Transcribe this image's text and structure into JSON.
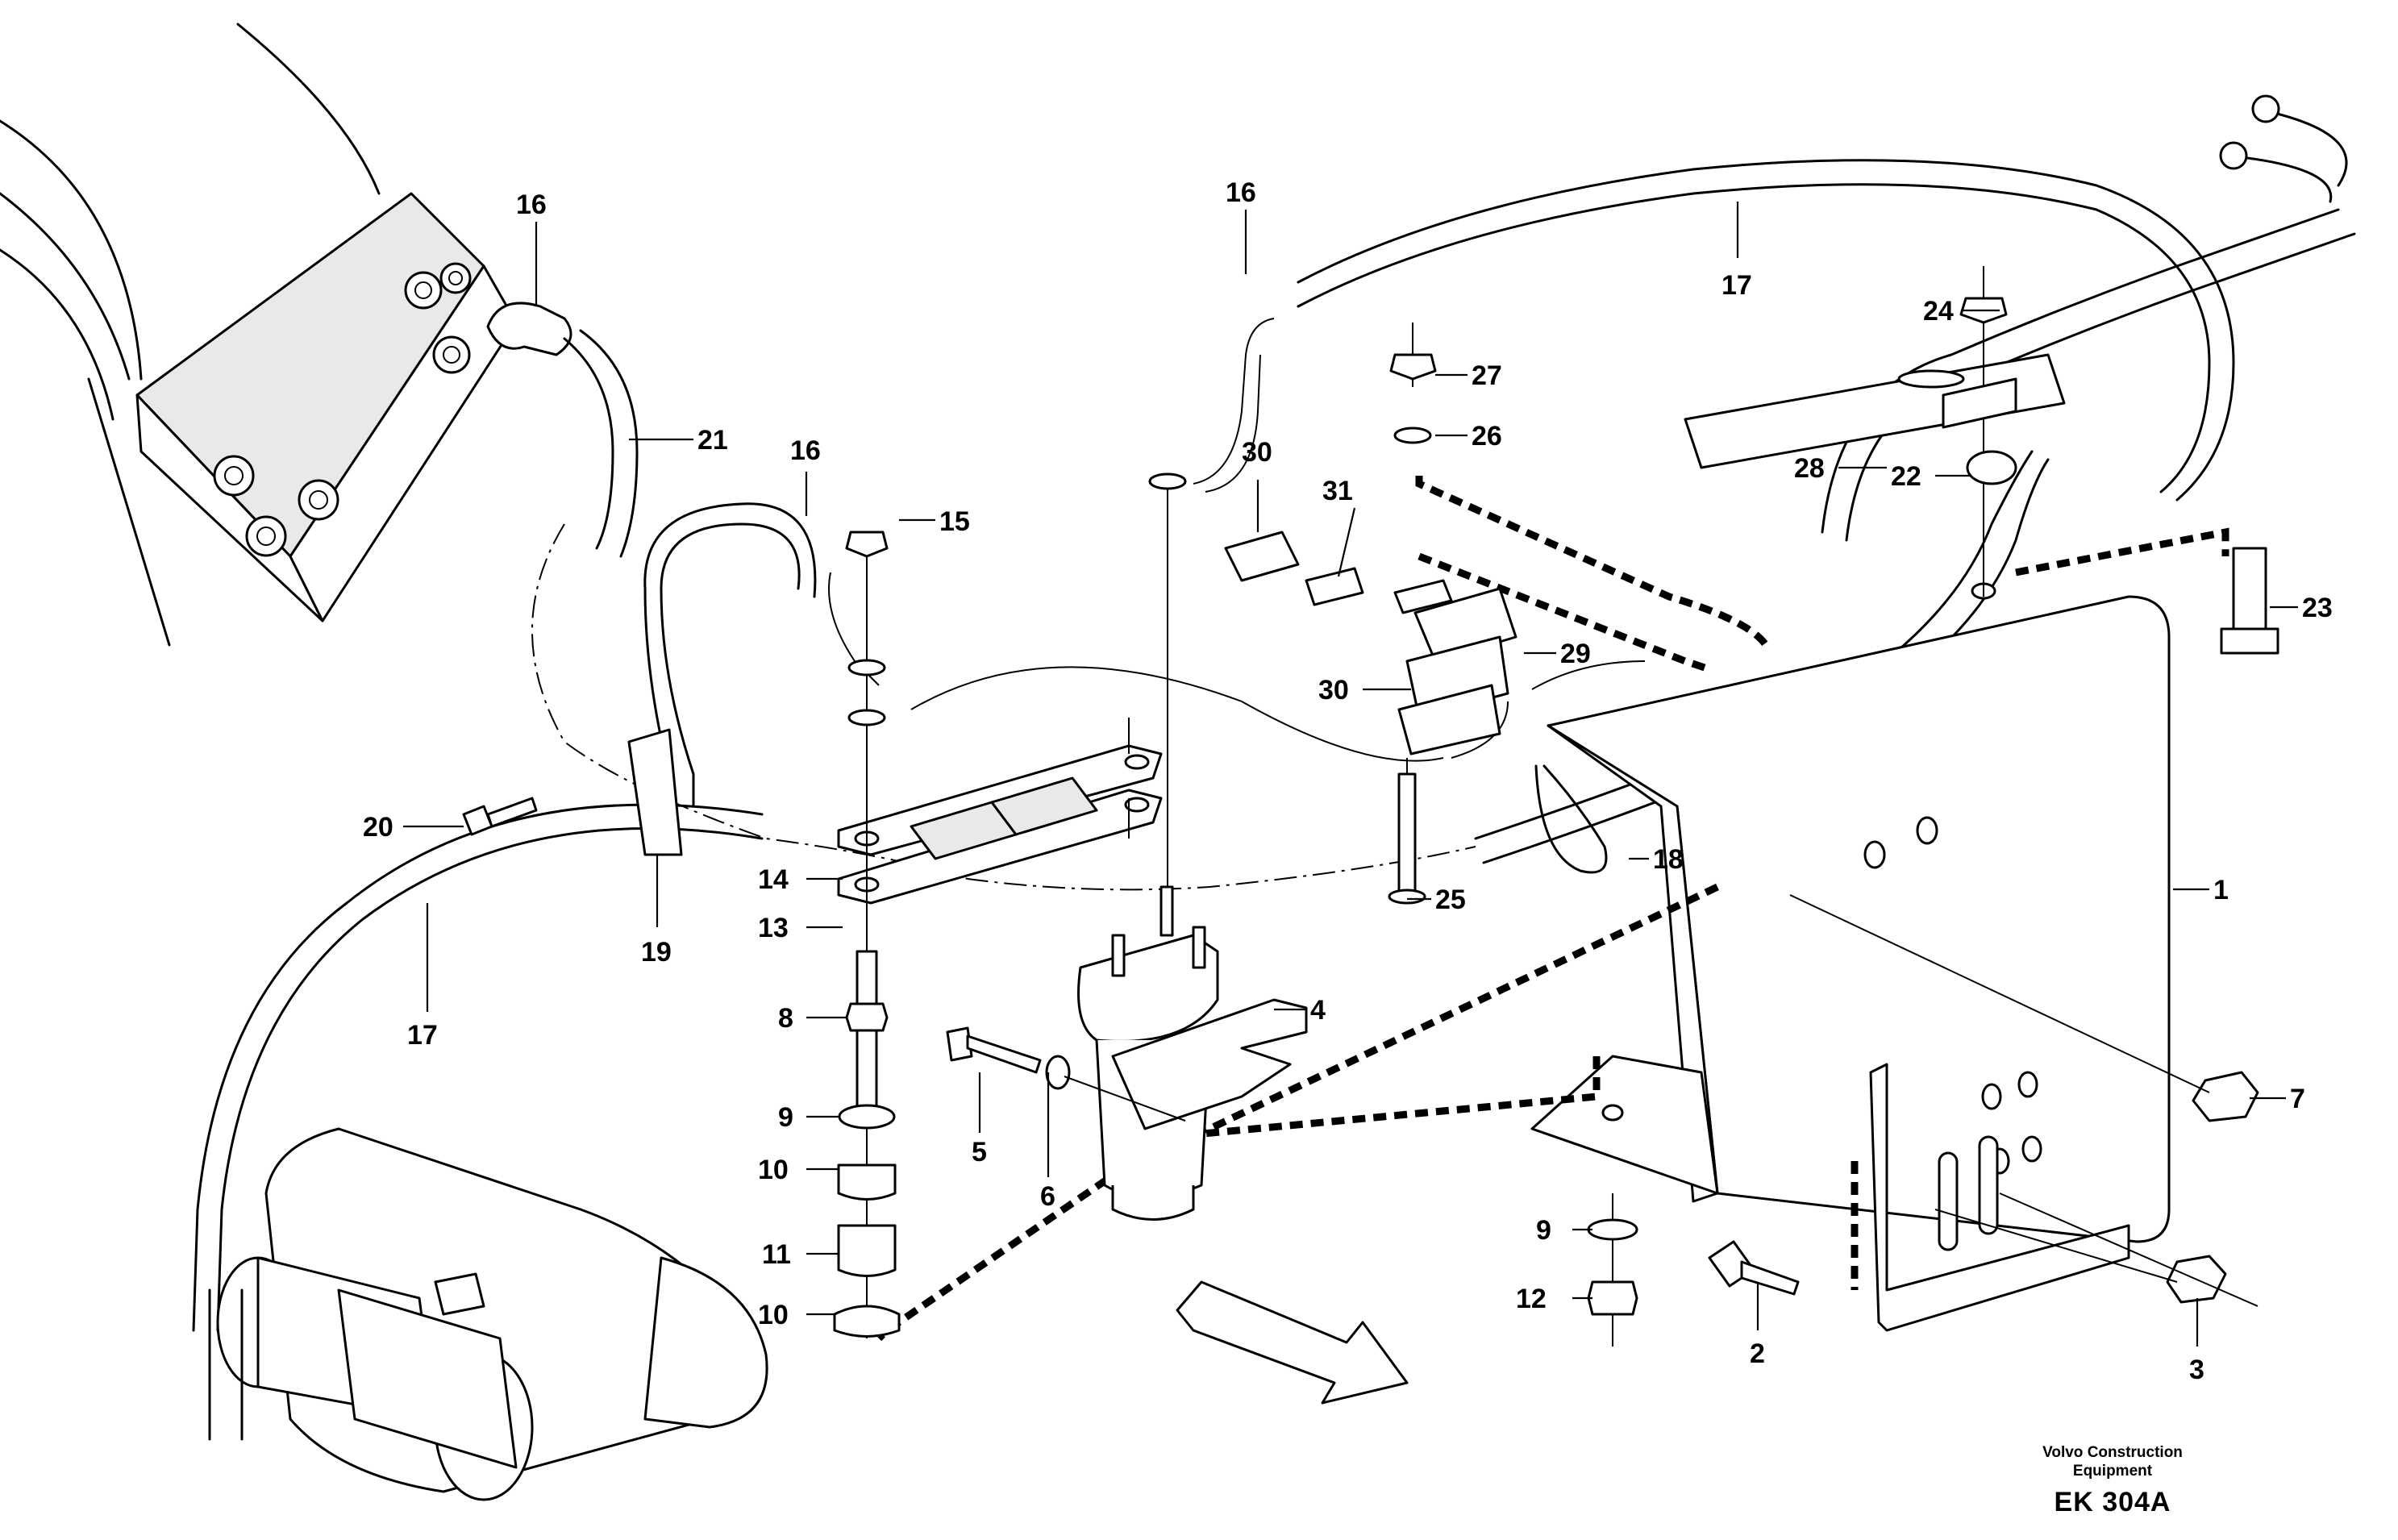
{
  "labels": {
    "p1": "1",
    "p2": "2",
    "p3": "3",
    "p4": "4",
    "p5": "5",
    "p6": "6",
    "p7": "7",
    "p8": "8",
    "p9a": "9",
    "p9b": "9",
    "p10a": "10",
    "p10b": "10",
    "p11": "11",
    "p12": "12",
    "p13": "13",
    "p14": "14",
    "p15": "15",
    "p16a": "16",
    "p16b": "16",
    "p16c": "16",
    "p17a": "17",
    "p17b": "17",
    "p18": "18",
    "p19": "19",
    "p20": "20",
    "p21": "21",
    "p22": "22",
    "p23": "23",
    "p24": "24",
    "p25": "25",
    "p26": "26",
    "p27": "27",
    "p28": "28",
    "p29": "29",
    "p30a": "30",
    "p30b": "30",
    "p31": "31"
  },
  "footer": {
    "brand_line1": "Volvo Construction",
    "brand_line2": "Equipment",
    "code": "EK 304A"
  }
}
